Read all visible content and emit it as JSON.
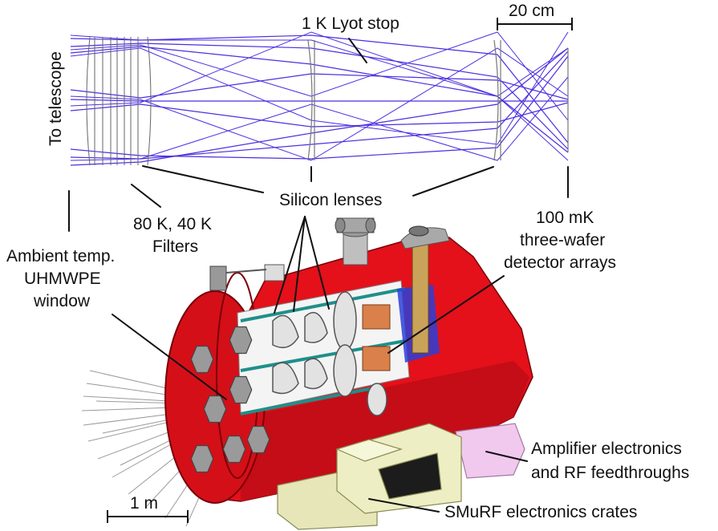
{
  "labels": {
    "to_telescope": "To telescope",
    "lyot_stop": "1 K Lyot stop",
    "scale_top": "20 cm",
    "silicon_lenses": "Silicon lenses",
    "filters_l1": "80 K, 40 K",
    "filters_l2": "Filters",
    "detector_l1": "100 mK",
    "detector_l2": "three-wafer",
    "detector_l3": "detector arrays",
    "window_l1": "Ambient temp.",
    "window_l2": "UHMWPE",
    "window_l3": "window",
    "amplifier_l1": "Amplifier electronics",
    "amplifier_l2": "and RF feedthroughs",
    "smurf": "SMuRF electronics crates",
    "scale_bottom": "1 m"
  },
  "colors": {
    "ray": "#4b2fe0",
    "cryostat_red": "#e4101a",
    "cryostat_dark_red": "#b00b12",
    "crate_cream": "#eeeec4",
    "amplifier_pink": "#f1c9ee",
    "lens_gray": "#d9d9d9",
    "shield_cyan": "#2fa7a2"
  }
}
